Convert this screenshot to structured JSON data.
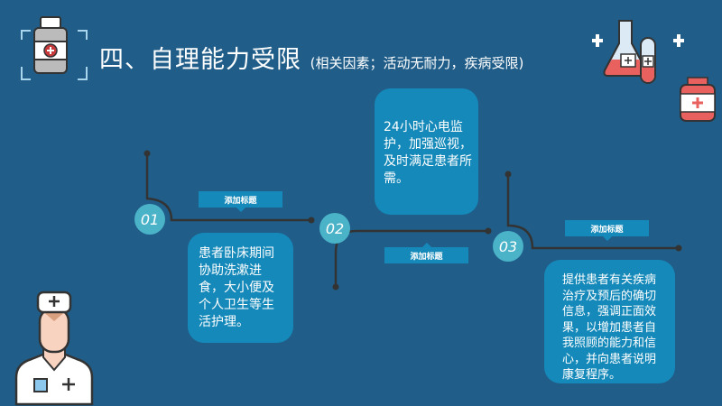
{
  "header": {
    "title": "四、自理能力受限",
    "subtitle": "(相关因素；活动无耐力，疾病受限)"
  },
  "steps": [
    {
      "number": "01",
      "label": "添加标题",
      "text": "患者卧床期间协助洗漱进食，大小便及个人卫生等生活护理。"
    },
    {
      "number": "02",
      "label": "添加标题",
      "text": "24小时心电监护，加强巡视，及时满足患者所需。"
    },
    {
      "number": "03",
      "label": "添加标题",
      "text": "提供患者有关疾病治疗及预后的确切信息，强调正面效果，以增加患者自我照顾的能力和信心，并向患者说明康复程序。"
    }
  ],
  "colors": {
    "background": "#205e89",
    "box": "#1589b9",
    "circle": "#4ab3c8",
    "line": "#333333",
    "accent_red": "#e8615f"
  }
}
